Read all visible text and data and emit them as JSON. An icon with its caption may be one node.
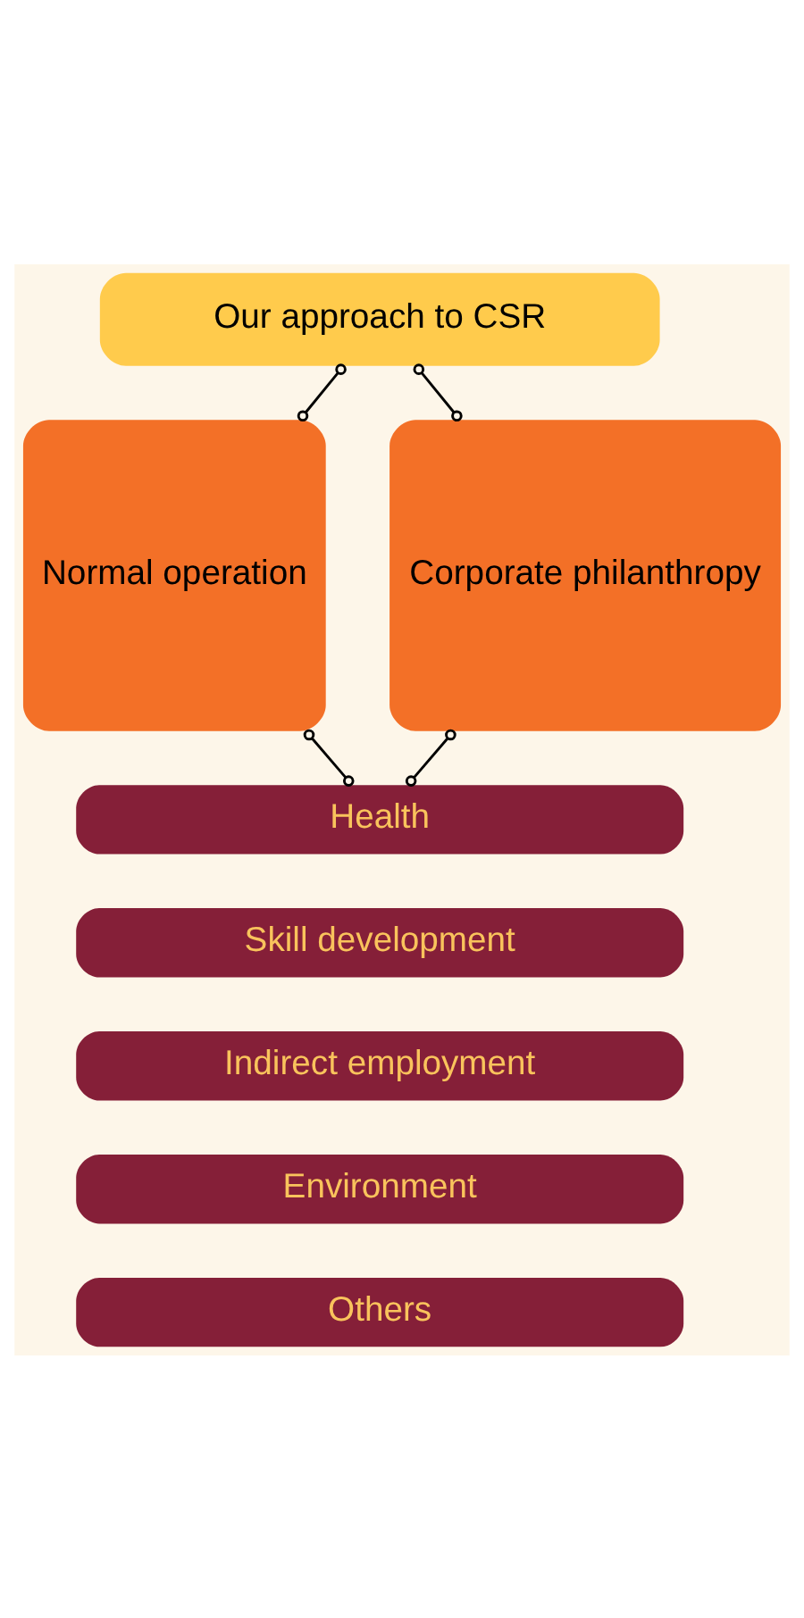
{
  "diagram": {
    "nodes": [
      {
        "text": [
          "Our approach to CSR"
        ]
      },
      {
        "text": [
          "Normal operation"
        ]
      },
      {
        "text": [
          "Corporate philanthropy"
        ]
      },
      {
        "text": [
          "Health"
        ]
      },
      {
        "text": [
          "Skill development"
        ]
      },
      {
        "text": [
          "Indirect employment"
        ]
      },
      {
        "text": [
          "Environment"
        ]
      },
      {
        "text": [
          "Others"
        ]
      }
    ],
    "edges": [
      {
        "from": 0,
        "to": 1,
        "arrow": "other"
      },
      {
        "from": 0,
        "to": 2,
        "arrow": "other"
      },
      {
        "from": 1,
        "to": 3,
        "arrow": "other"
      },
      {
        "from": 2,
        "to": 3,
        "arrow": "other"
      }
    ]
  }
}
